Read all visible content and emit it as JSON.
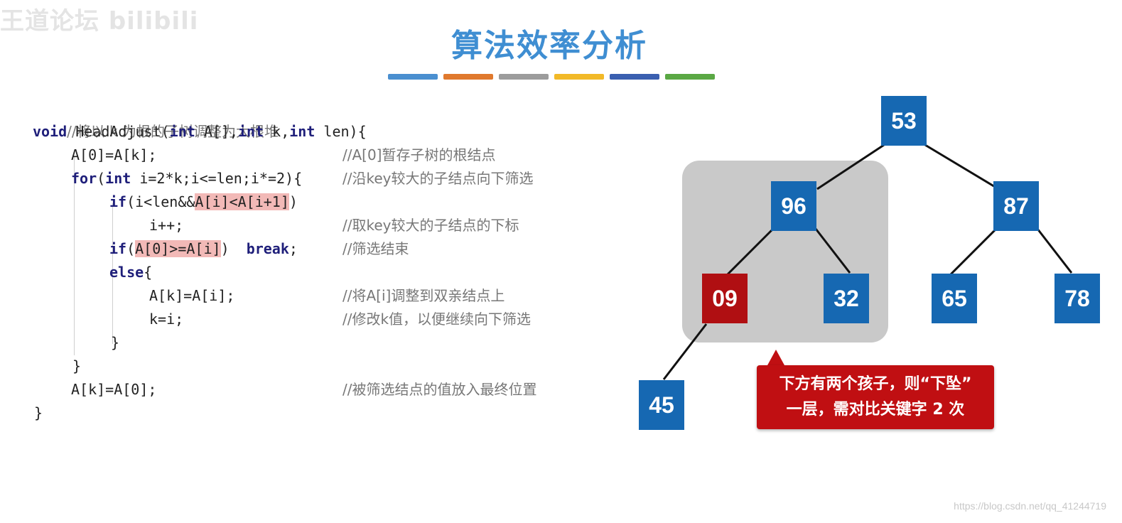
{
  "watermark": "王道论坛 bilibili",
  "title": "算法效率分析",
  "color_bars": [
    "#4a8fd0",
    "#e0792d",
    "#9c9c9c",
    "#f2b928",
    "#3a5fb0",
    "#5aa844"
  ],
  "code": {
    "line1": "//将以 k 为根的子树调整为大根堆",
    "line2_kw": "void",
    "line2_rest": " HeadAdjust(",
    "line2_kw2": "int",
    "line2_rest2": " A[],",
    "line2_kw3": "int",
    "line2_rest3": " k,",
    "line2_kw4": "int",
    "line2_rest4": " len){",
    "line3_code": "A[0]=A[k];",
    "line3_cmt": "//A[0]暂存子树的根结点",
    "line4_kw": "for",
    "line4_p1": "(",
    "line4_kw2": "int",
    "line4_p2": " i=2*k;i<=len;i*=2){",
    "line4_cmt": "//沿key较大的子结点向下筛选",
    "line5_kw": "if",
    "line5_p1": "(i<len&&",
    "line5_hl": "A[i]<A[i+1]",
    "line5_p2": ")",
    "line6_code": "i++;",
    "line6_cmt": "//取key较大的子结点的下标",
    "line7_kw": "if",
    "line7_p1": "(",
    "line7_hl": "A[0]>=A[i]",
    "line7_p2": ")  ",
    "line7_kw2": "break",
    "line7_p3": ";",
    "line7_cmt": "//筛选结束",
    "line8_kw": "else",
    "line8_p1": "{",
    "line9_code": "A[k]=A[i];",
    "line9_cmt": "//将A[i]调整到双亲结点上",
    "line10_code": "k=i;",
    "line10_cmt": "//修改k值，以便继续向下筛选",
    "line11": "}",
    "line12": "}",
    "line13_code": "A[k]=A[0];",
    "line13_cmt": "//被筛选结点的值放入最终位置",
    "line14": "}"
  },
  "tree": {
    "nodes": [
      "53",
      "96",
      "87",
      "09",
      "32",
      "65",
      "78",
      "45"
    ],
    "highlight_node": "09"
  },
  "callout": {
    "line1": "下方有两个孩子，则“下坠”",
    "line2": "一层，需对比关键字 2 次"
  },
  "credit": "https://blog.csdn.net/qq_41244719"
}
